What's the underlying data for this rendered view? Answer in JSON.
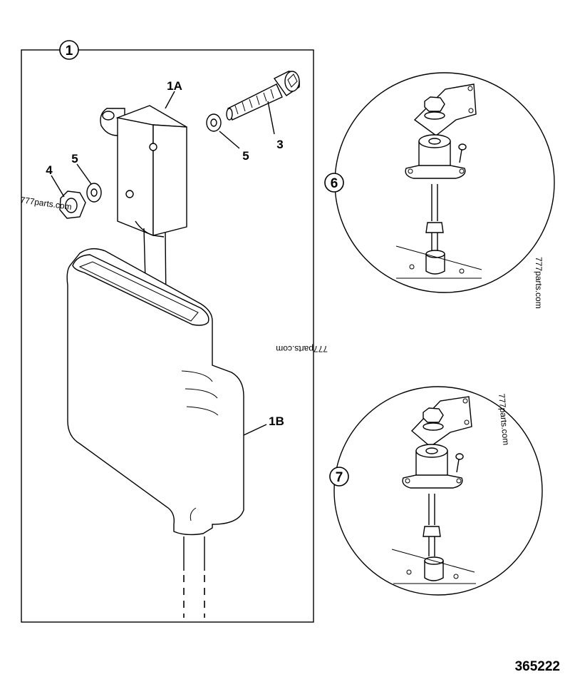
{
  "callouts": {
    "c1": "1",
    "c1a": "1A",
    "c1b": "1B",
    "c3": "3",
    "c4": "4",
    "c5a": "5",
    "c5b": "5",
    "c6": "6",
    "c7": "7"
  },
  "drawing_number": "365222",
  "watermarks": {
    "left": "777parts.com",
    "middle": "777parts.com",
    "detail6": "777parts.com",
    "detail7": "777parts.com"
  }
}
